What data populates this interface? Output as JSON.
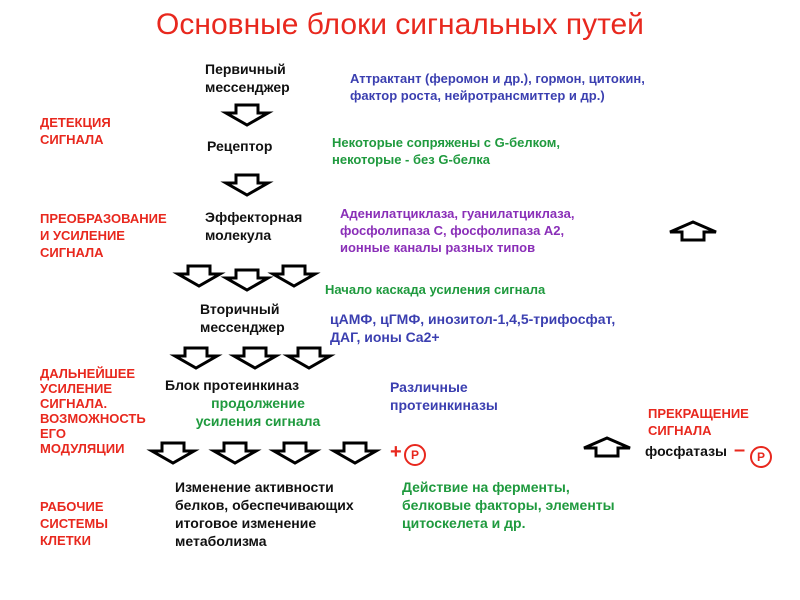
{
  "title": "Основные блоки сигнальных путей",
  "stages": {
    "detection": [
      "ДЕТЕКЦИЯ",
      "СИГНАЛА"
    ],
    "transformation": [
      "ПРЕОБРАЗОВАНИЕ",
      "И УСИЛЕНИЕ",
      "СИГНАЛА"
    ],
    "further": [
      "ДАЛЬНЕЙШЕЕ",
      "УСИЛЕНИЕ",
      "СИГНАЛА.",
      "ВОЗМОЖНОСТЬ",
      "ЕГО",
      "МОДУЛЯЦИИ"
    ],
    "working": [
      "РАБОЧИЕ",
      "СИСТЕМЫ",
      "КЛЕТКИ"
    ],
    "termination": [
      "ПРЕКРАЩЕНИЕ",
      "СИГНАЛА"
    ]
  },
  "blocks": {
    "primary": [
      "Первичный",
      "мессенджер"
    ],
    "receptor": "Рецептор",
    "effector": [
      "Эффекторная",
      "молекула"
    ],
    "secondary": [
      "Вторичный",
      "мессенджер"
    ],
    "kinase": "Блок протеинкиназ",
    "kinase_cont": [
      "продолжение",
      "усиления сигнала"
    ],
    "result": [
      "Изменение активности",
      "белков, обеспечивающих",
      "итоговое изменение",
      "метаболизма"
    ]
  },
  "notes": {
    "primary": [
      "Аттрактант (феромон и др.), гормон, цитокин,",
      "фактор роста, нейротрансмиттер и др.)"
    ],
    "receptor": [
      "Некоторые сопряжены с G-белком,",
      "некоторые - без G-белка"
    ],
    "effector": [
      "Аденилатциклаза, гуанилатциклаза,",
      "фосфолипаза С, фосфолипаза А2,"
    ],
    "effector_extra": "ионные каналы разных типов",
    "cascade": "Начало каскада усиления сигнала",
    "secondary": [
      "цАМФ, цГМФ, инозитол-1,4,5-трифосфат,",
      "ДАГ, ионы Ca2+"
    ],
    "kinases": [
      "Различные",
      "протеинкиназы"
    ],
    "action": [
      "Действие на ферменты,",
      "белковые факторы, элементы",
      "цитоскелета и др."
    ],
    "phosphatase": "фосфатазы",
    "minus": "–",
    "plus": "+",
    "phosphate": "P"
  }
}
